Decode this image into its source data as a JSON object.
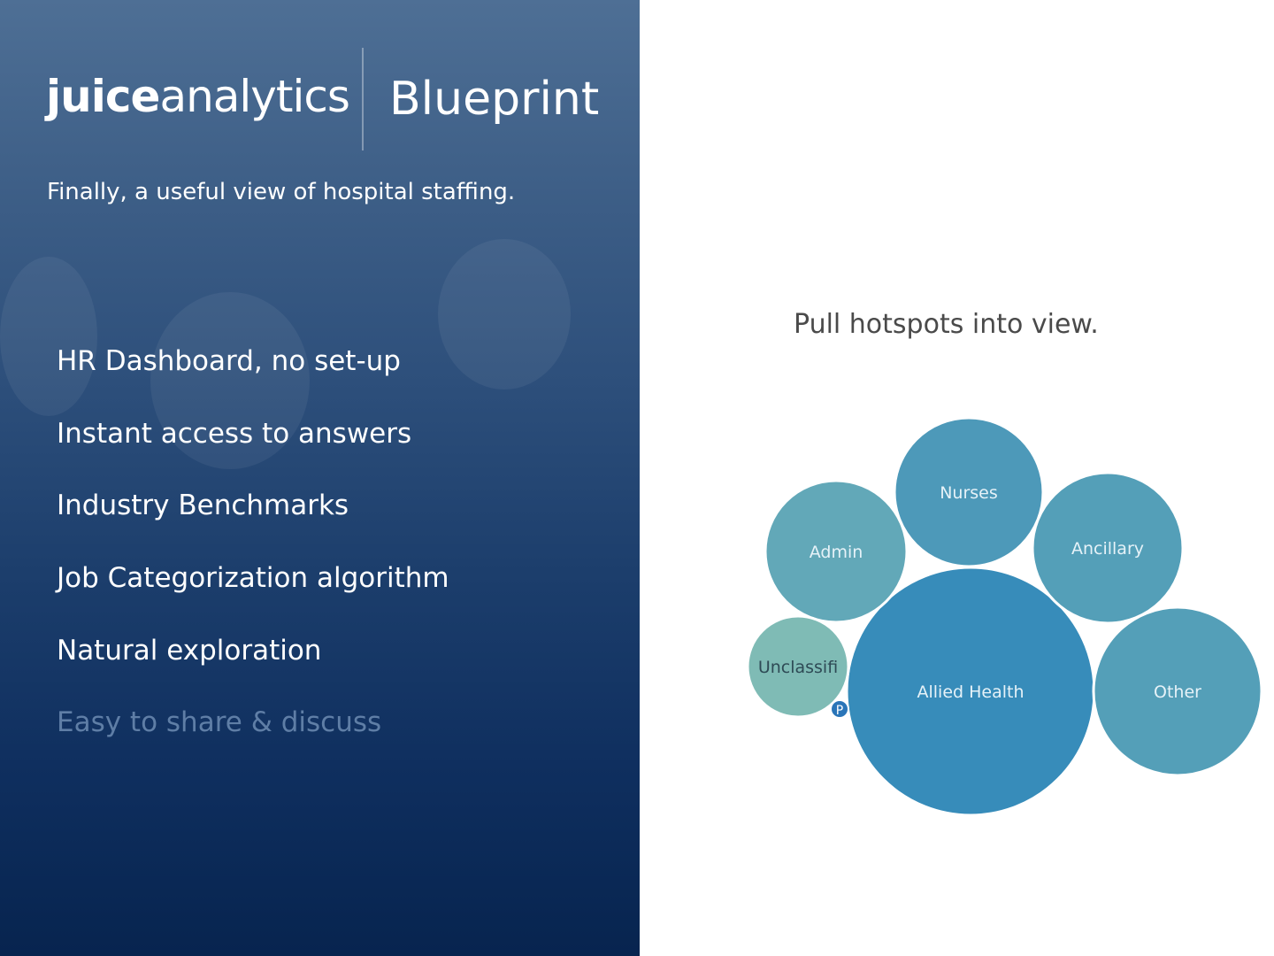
{
  "brand": {
    "logo_bold": "juice",
    "logo_light": "analytics",
    "product": "Blueprint"
  },
  "tagline": "Finally, a useful view of hospital staffing.",
  "features": [
    {
      "label": "HR Dashboard, no set-up",
      "dimmed": false
    },
    {
      "label": "Instant access to answers",
      "dimmed": false
    },
    {
      "label": "Industry Benchmarks",
      "dimmed": false
    },
    {
      "label": "Job Categorization algorithm",
      "dimmed": false
    },
    {
      "label": "Natural exploration",
      "dimmed": false
    },
    {
      "label": "Easy to share & discuss",
      "dimmed": true
    }
  ],
  "chart_heading": "Pull hotspots into view.",
  "chart_data": {
    "type": "bubble",
    "categories": [
      "Allied Health",
      "Other",
      "Ancillary",
      "Nurses",
      "Admin",
      "Unclassifi"
    ],
    "colors": [
      "#378cba",
      "#549fb8",
      "#549fb8",
      "#4d99b9",
      "#62a8b8",
      "#7fbbb5"
    ],
    "badge": "P"
  }
}
